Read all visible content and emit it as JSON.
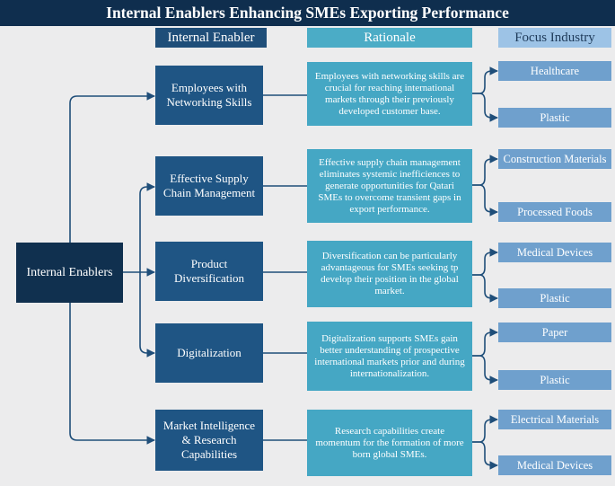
{
  "title": "Internal Enablers Enhancing SMEs Exporting Performance",
  "headers": {
    "enabler": "Internal Enabler",
    "rationale": "Rationale",
    "focus": "Focus Industry"
  },
  "root": "Internal Enablers",
  "enablers": [
    {
      "name": "Employees with Networking Skills",
      "rationale": "Employees with networking skills are crucial for reaching international markets through their previously developed customer base.",
      "industries": [
        "Healthcare",
        "Plastic"
      ]
    },
    {
      "name": "Effective Supply Chain Management",
      "rationale": "Effective supply chain management eliminates systemic inefficiences to generate opportunities for Qatari SMEs to overcome transient gaps in export performance.",
      "industries": [
        "Construction Materials",
        "Processed Foods"
      ]
    },
    {
      "name": "Product Diversification",
      "rationale": "Diversification can be particularly advantageous for SMEs seeking tp develop their position in the global market.",
      "industries": [
        "Medical Devices",
        "Plastic"
      ]
    },
    {
      "name": "Digitalization",
      "rationale": "Digitalization supports SMEs gain better understanding of prospective international markets prior and during internationalization.",
      "industries": [
        "Paper",
        "Plastic"
      ]
    },
    {
      "name": "Market Intelligence & Research Capabilities",
      "rationale": "Research capabilities create momentum for the formation of more born global SMEs.",
      "industries": [
        "Electrical Materials",
        "Medical Devices"
      ]
    }
  ],
  "colors": {
    "title_bg": "#0f2e4e",
    "enabler_bg": "#1f5584",
    "rationale_bg": "#45a7c4",
    "industry_bg": "#6fa0cd",
    "connector": "#1f4e79"
  }
}
